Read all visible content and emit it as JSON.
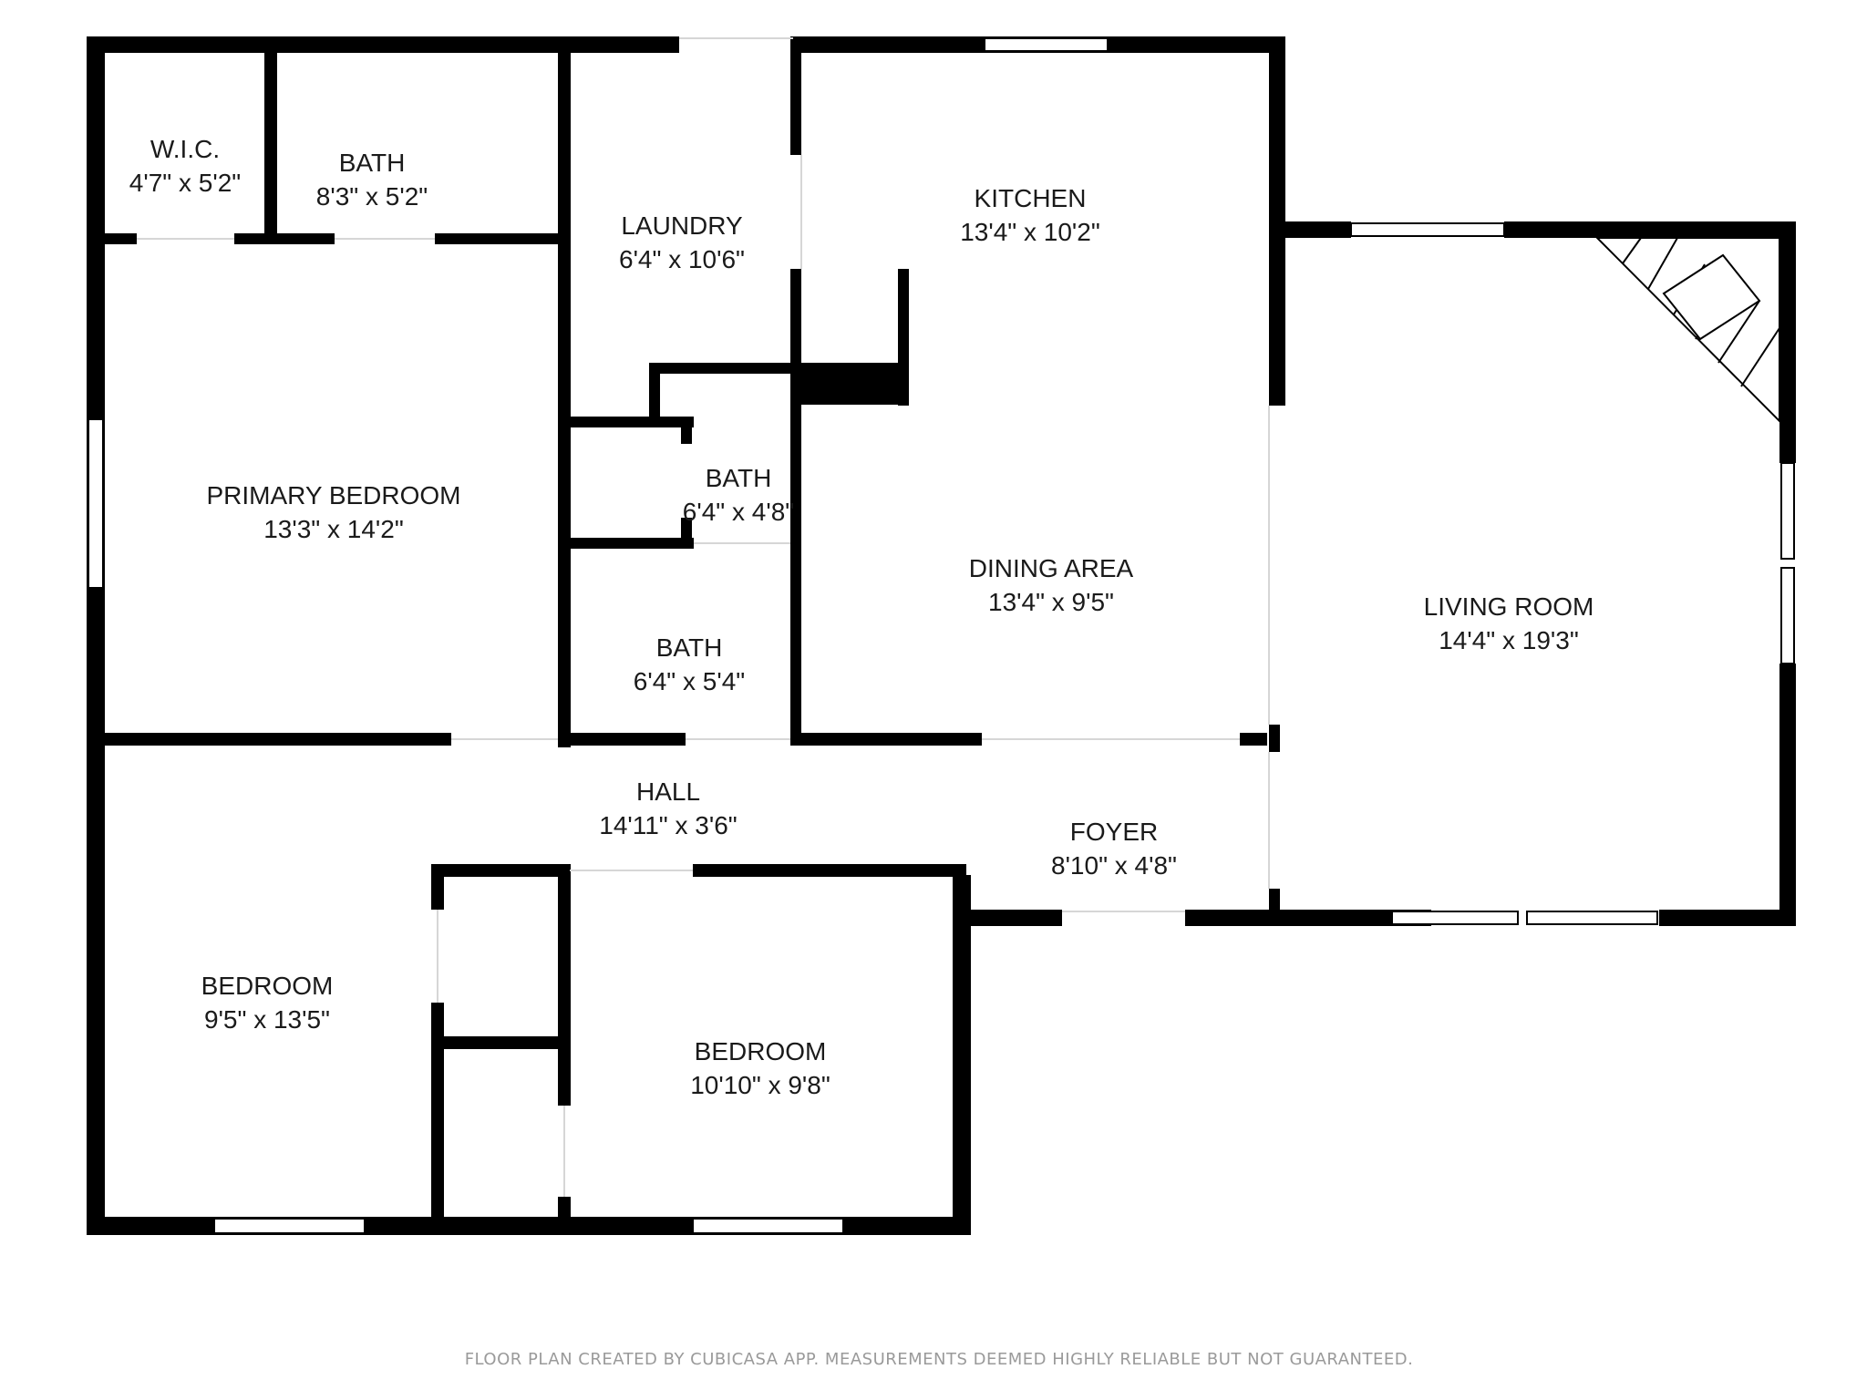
{
  "rooms": {
    "wic": {
      "name": "W.I.C.",
      "dim": "4'7\" x 5'2\""
    },
    "bath_primary": {
      "name": "BATH",
      "dim": "8'3\" x 5'2\""
    },
    "laundry": {
      "name": "LAUNDRY",
      "dim": "6'4\" x 10'6\""
    },
    "kitchen": {
      "name": "KITCHEN",
      "dim": "13'4\" x 10'2\""
    },
    "primary_bedroom": {
      "name": "PRIMARY BEDROOM",
      "dim": "13'3\" x 14'2\""
    },
    "bath_half": {
      "name": "BATH",
      "dim": "6'4\" x 4'8\""
    },
    "bath_hall": {
      "name": "BATH",
      "dim": "6'4\" x 5'4\""
    },
    "dining_area": {
      "name": "DINING AREA",
      "dim": "13'4\" x 9'5\""
    },
    "living_room": {
      "name": "LIVING ROOM",
      "dim": "14'4\" x 19'3\""
    },
    "hall": {
      "name": "HALL",
      "dim": "14'11\" x 3'6\""
    },
    "foyer": {
      "name": "FOYER",
      "dim": "8'10\" x 4'8\""
    },
    "bedroom_1": {
      "name": "BEDROOM",
      "dim": "9'5\" x 13'5\""
    },
    "bedroom_2": {
      "name": "BEDROOM",
      "dim": "10'10\" x 9'8\""
    }
  },
  "footer": "FLOOR PLAN CREATED BY CUBICASA APP. MEASUREMENTS DEEMED HIGHLY RELIABLE BUT NOT GUARANTEED.",
  "colors": {
    "wall": "#000000",
    "window": "#ffffff",
    "text": "#1a1a1a",
    "footer": "#9a9a9a"
  }
}
